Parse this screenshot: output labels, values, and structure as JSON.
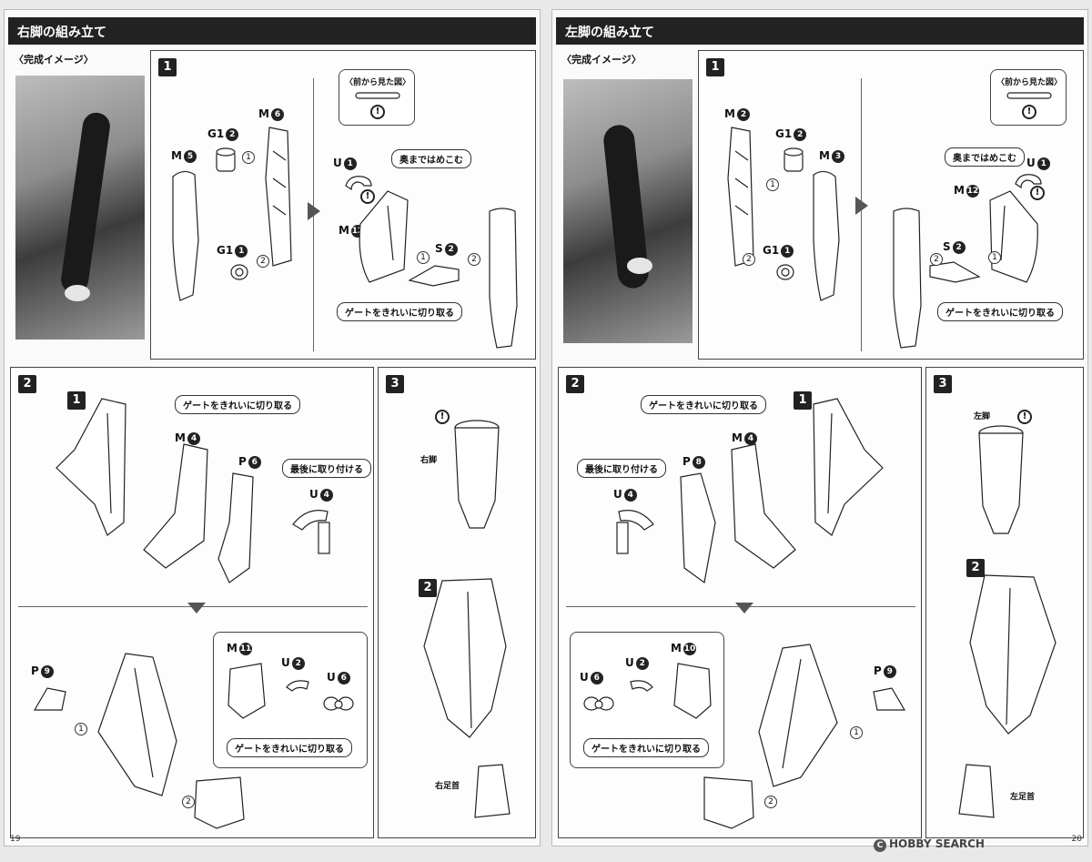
{
  "left": {
    "title": "右脚の組み立て",
    "completed_image": "〈完成イメージ〉",
    "steps": [
      "1",
      "2",
      "3"
    ],
    "step1": {
      "parts": [
        {
          "code": "M",
          "num": "5"
        },
        {
          "code": "G1",
          "num": "2"
        },
        {
          "code": "M",
          "num": "6"
        },
        {
          "code": "G1",
          "num": "1"
        },
        {
          "code": "U",
          "num": "1"
        },
        {
          "code": "M",
          "num": "12"
        },
        {
          "code": "S",
          "num": "2"
        }
      ],
      "front_view": "〈前から見た図〉",
      "note_push": "奥まではめこむ",
      "note_gate": "ゲートをきれいに切り取る"
    },
    "step2": {
      "ref": "1",
      "parts": [
        {
          "code": "M",
          "num": "4"
        },
        {
          "code": "P",
          "num": "6"
        },
        {
          "code": "U",
          "num": "4"
        },
        {
          "code": "P",
          "num": "9"
        },
        {
          "code": "M",
          "num": "11"
        },
        {
          "code": "U",
          "num": "2"
        },
        {
          "code": "U",
          "num": "6"
        }
      ],
      "note_gate": "ゲートをきれいに切り取る",
      "note_last": "最後に取り付ける",
      "note_gate2": "ゲートをきれいに切り取る"
    },
    "step3": {
      "ref": "2",
      "leg_label": "右脚",
      "ankle_label": "右足首"
    },
    "circled": [
      "1",
      "2"
    ],
    "page_number": "19"
  },
  "right": {
    "title": "左脚の組み立て",
    "completed_image": "〈完成イメージ〉",
    "steps": [
      "1",
      "2",
      "3"
    ],
    "step1": {
      "parts": [
        {
          "code": "M",
          "num": "2"
        },
        {
          "code": "G1",
          "num": "2"
        },
        {
          "code": "M",
          "num": "3"
        },
        {
          "code": "G1",
          "num": "1"
        },
        {
          "code": "U",
          "num": "1"
        },
        {
          "code": "M",
          "num": "12"
        },
        {
          "code": "S",
          "num": "2"
        }
      ],
      "front_view": "〈前から見た図〉",
      "note_push": "奥まではめこむ",
      "note_gate": "ゲートをきれいに切り取る"
    },
    "step2": {
      "ref": "1",
      "parts": [
        {
          "code": "M",
          "num": "4"
        },
        {
          "code": "P",
          "num": "8"
        },
        {
          "code": "U",
          "num": "4"
        },
        {
          "code": "P",
          "num": "9"
        },
        {
          "code": "M",
          "num": "10"
        },
        {
          "code": "U",
          "num": "2"
        },
        {
          "code": "U",
          "num": "6"
        }
      ],
      "note_gate": "ゲートをきれいに切り取る",
      "note_last": "最後に取り付ける",
      "note_gate2": "ゲートをきれいに切り取る"
    },
    "step3": {
      "ref": "2",
      "leg_label": "左脚",
      "ankle_label": "左足首"
    },
    "page_number": "20"
  },
  "warning_symbol": "!",
  "watermark": "HOBBY SEARCH",
  "watermark_symbol": "C"
}
